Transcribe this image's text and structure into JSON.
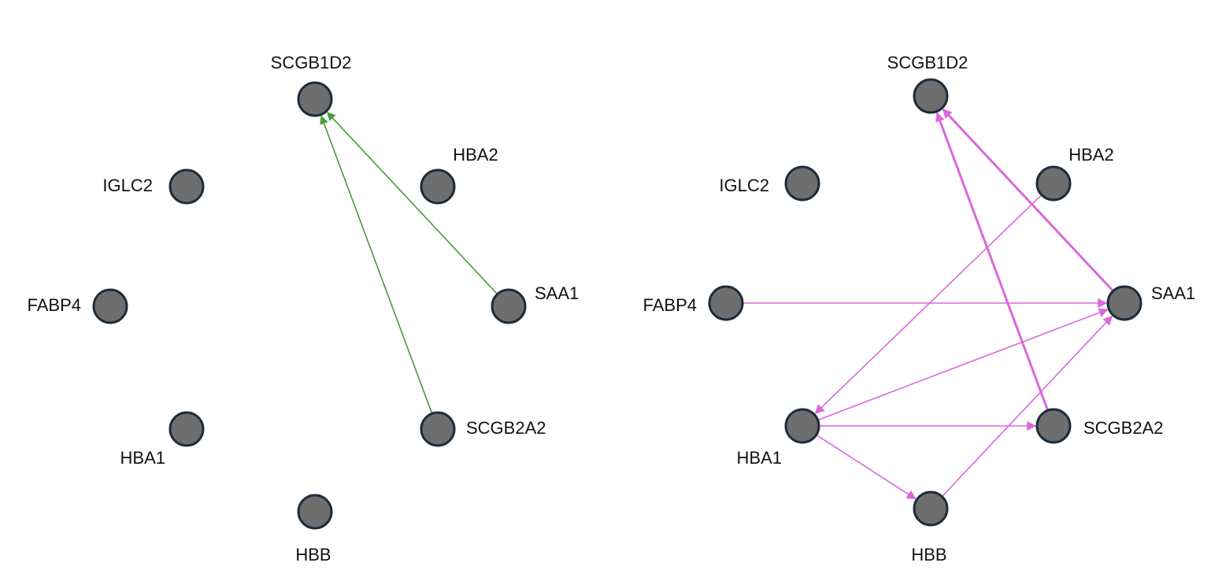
{
  "colors": {
    "node_fill": "#6e6e6e",
    "node_stroke": "#1c2c3a",
    "left_edge": "#4a9a3c",
    "right_edge": "#d968d9"
  },
  "networks": [
    {
      "id": "left",
      "edge_color": "#4a9a3c",
      "nodes": [
        {
          "id": "SCGB1D2",
          "label": "SCGB1D2"
        },
        {
          "id": "HBA2",
          "label": "HBA2"
        },
        {
          "id": "IGLC2",
          "label": "IGLC2"
        },
        {
          "id": "FABP4",
          "label": "FABP4"
        },
        {
          "id": "SAA1",
          "label": "SAA1"
        },
        {
          "id": "HBA1",
          "label": "HBA1"
        },
        {
          "id": "SCGB2A2",
          "label": "SCGB2A2"
        },
        {
          "id": "HBB",
          "label": "HBB"
        }
      ],
      "edges": [
        {
          "source": "SAA1",
          "target": "SCGB1D2",
          "weight": "normal"
        },
        {
          "source": "SCGB2A2",
          "target": "SCGB1D2",
          "weight": "normal"
        }
      ]
    },
    {
      "id": "right",
      "edge_color": "#d968d9",
      "nodes": [
        {
          "id": "SCGB1D2",
          "label": "SCGB1D2"
        },
        {
          "id": "HBA2",
          "label": "HBA2"
        },
        {
          "id": "IGLC2",
          "label": "IGLC2"
        },
        {
          "id": "FABP4",
          "label": "FABP4"
        },
        {
          "id": "SAA1",
          "label": "SAA1"
        },
        {
          "id": "HBA1",
          "label": "HBA1"
        },
        {
          "id": "SCGB2A2",
          "label": "SCGB2A2"
        },
        {
          "id": "HBB",
          "label": "HBB"
        }
      ],
      "edges": [
        {
          "source": "SAA1",
          "target": "SCGB1D2",
          "weight": "thick"
        },
        {
          "source": "SCGB2A2",
          "target": "SCGB1D2",
          "weight": "thick"
        },
        {
          "source": "HBA2",
          "target": "HBA1",
          "weight": "normal"
        },
        {
          "source": "FABP4",
          "target": "SAA1",
          "weight": "normal"
        },
        {
          "source": "HBA1",
          "target": "SAA1",
          "weight": "normal"
        },
        {
          "source": "HBA1",
          "target": "SCGB2A2",
          "weight": "normal"
        },
        {
          "source": "HBA1",
          "target": "HBB",
          "weight": "normal"
        },
        {
          "source": "HBB",
          "target": "SAA1",
          "weight": "normal"
        }
      ]
    }
  ]
}
